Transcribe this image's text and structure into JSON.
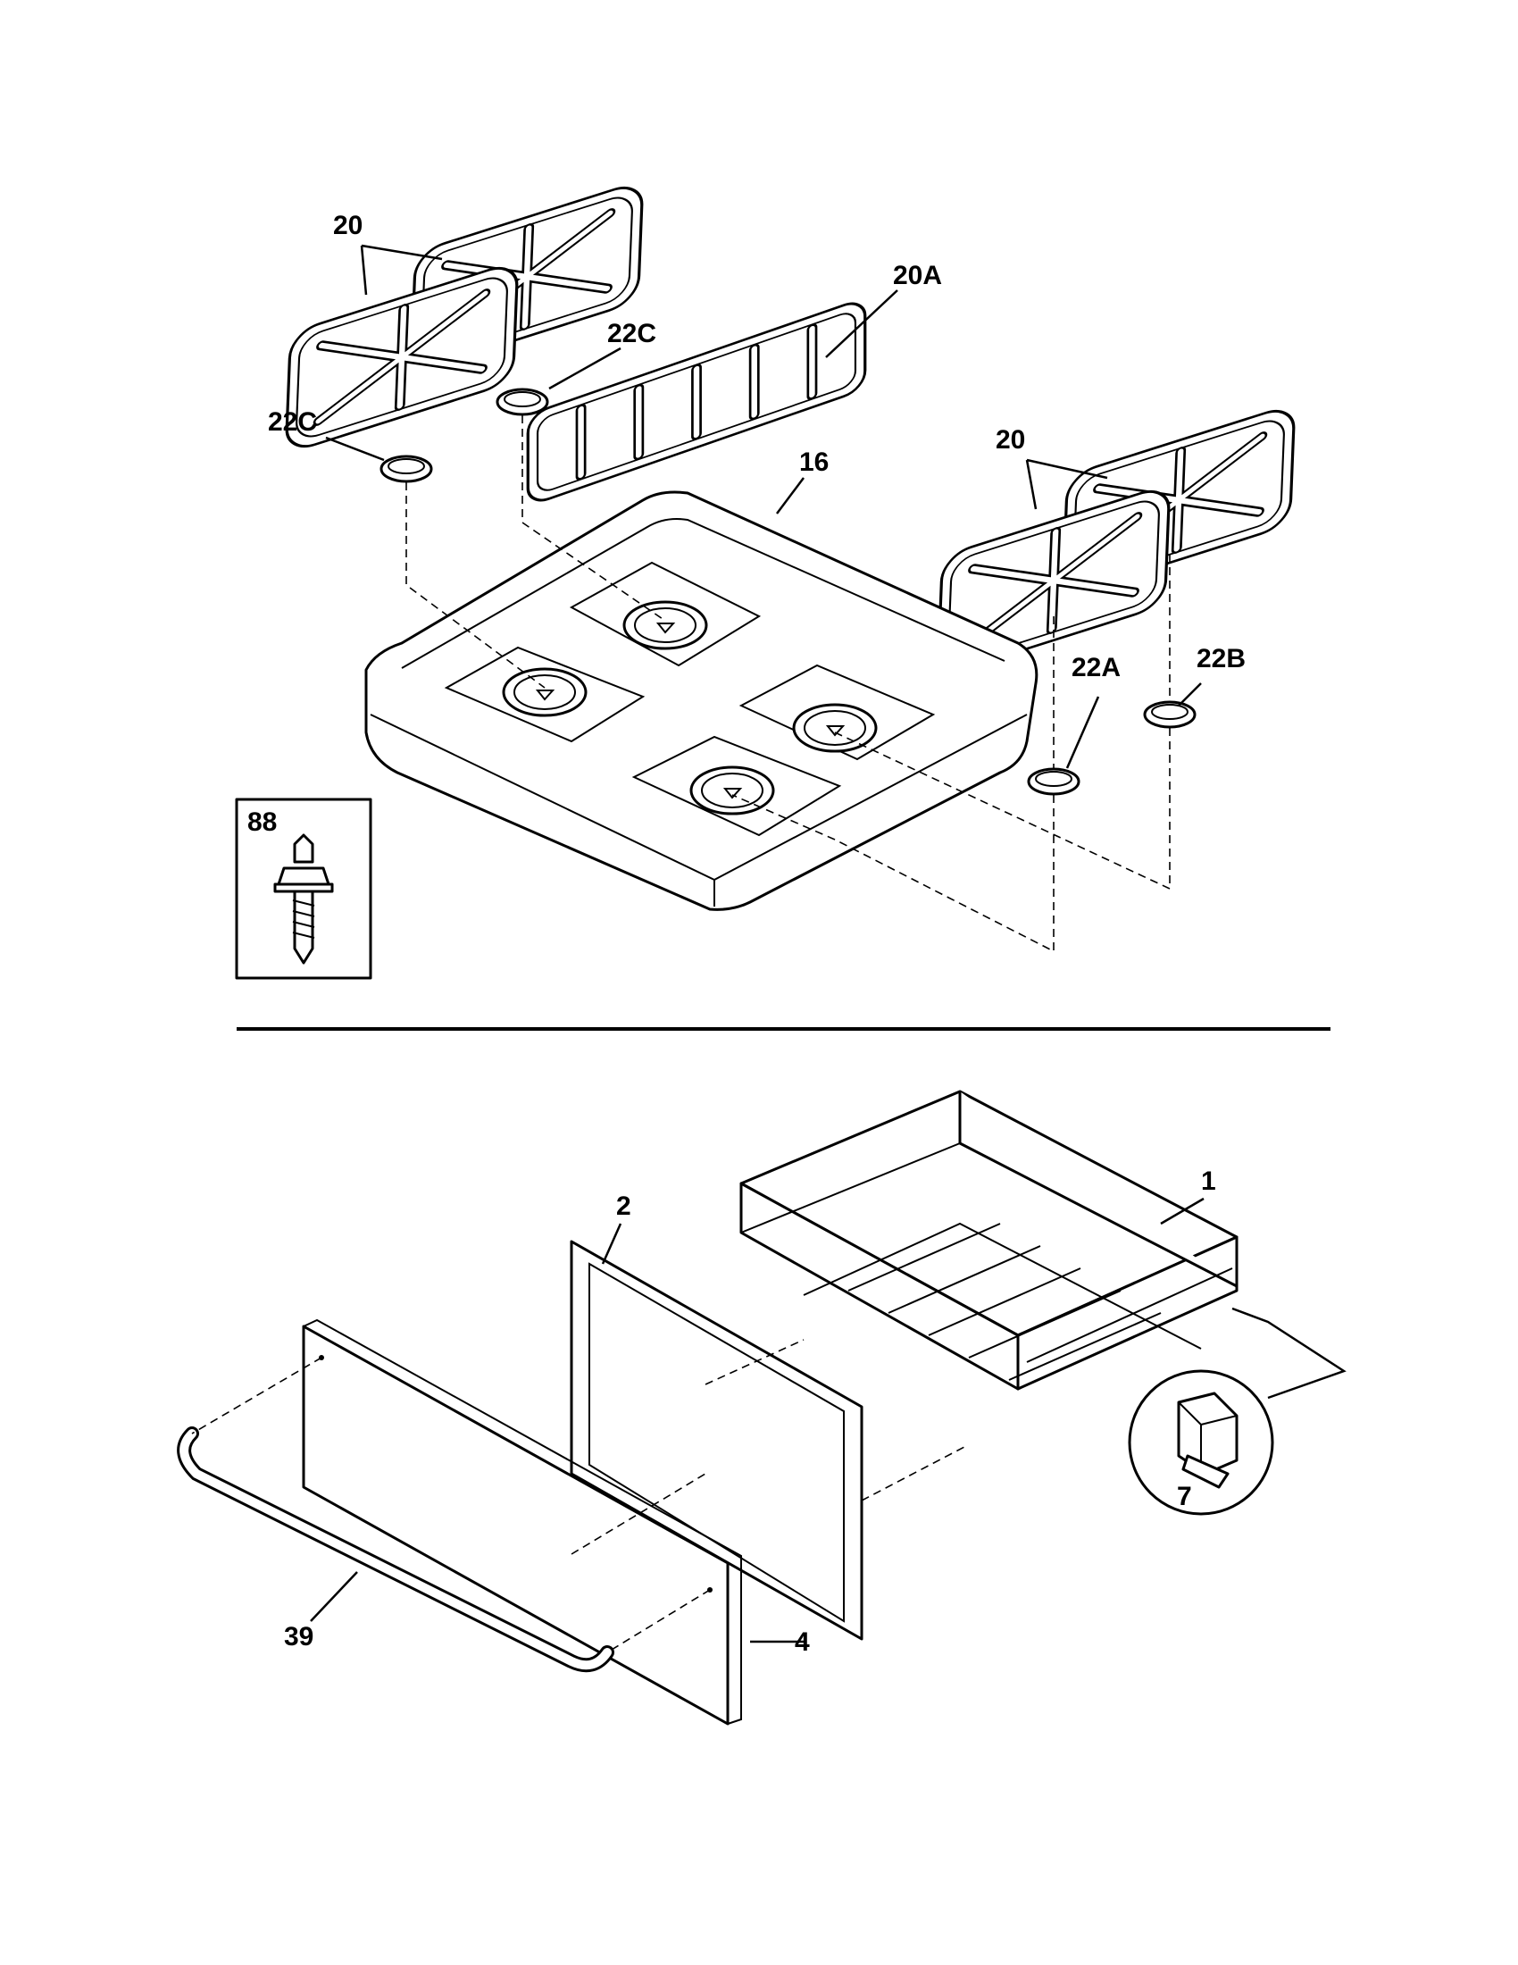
{
  "labels": {
    "grates_left": "20",
    "cap_left_upper": "22C",
    "center_grate": "20A",
    "cap_left_lower": "22C",
    "grates_right": "20",
    "cooktop": "16",
    "cap_right_front": "22A",
    "cap_right_rear": "22B",
    "screw_inset": "88",
    "drawer_body": "1",
    "drawer_liner": "2",
    "handle": "39",
    "drawer_front": "4",
    "glide_inset": "7"
  }
}
